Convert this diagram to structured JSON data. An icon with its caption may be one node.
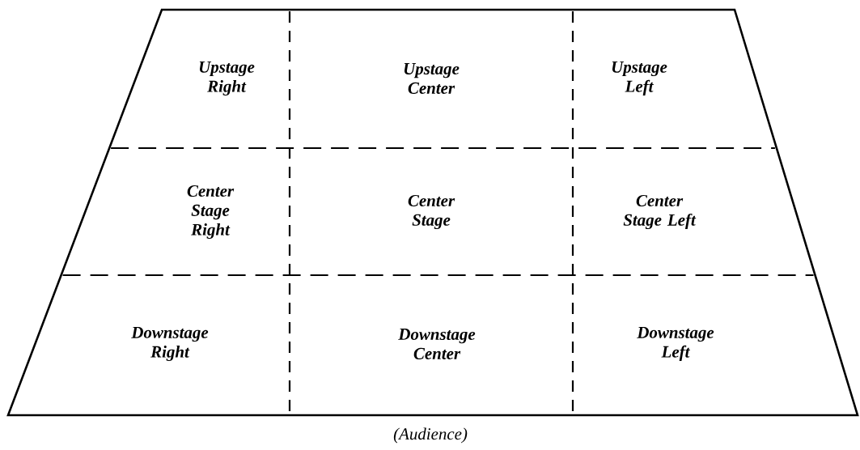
{
  "diagram": {
    "caption": "(Audience)",
    "nodes": [
      {
        "text": [],
        "shape": "trapezoid"
      },
      {
        "text": [
          "Upstage Right"
        ],
        "in": 0
      },
      {
        "text": [
          "Upstage Center"
        ],
        "in": 0
      },
      {
        "text": [
          "Upstage Left"
        ],
        "in": 0
      },
      {
        "text": [
          "Center Stage Right"
        ],
        "in": 0
      },
      {
        "text": [
          "Center Stage"
        ],
        "in": 0
      },
      {
        "text": [
          "Center Stage Left"
        ],
        "in": 0
      },
      {
        "text": [
          "Downstage Right"
        ],
        "in": 0
      },
      {
        "text": [
          "Downstage Center"
        ],
        "in": 0
      },
      {
        "text": [
          "Downstage Left"
        ],
        "in": 0
      }
    ]
  }
}
